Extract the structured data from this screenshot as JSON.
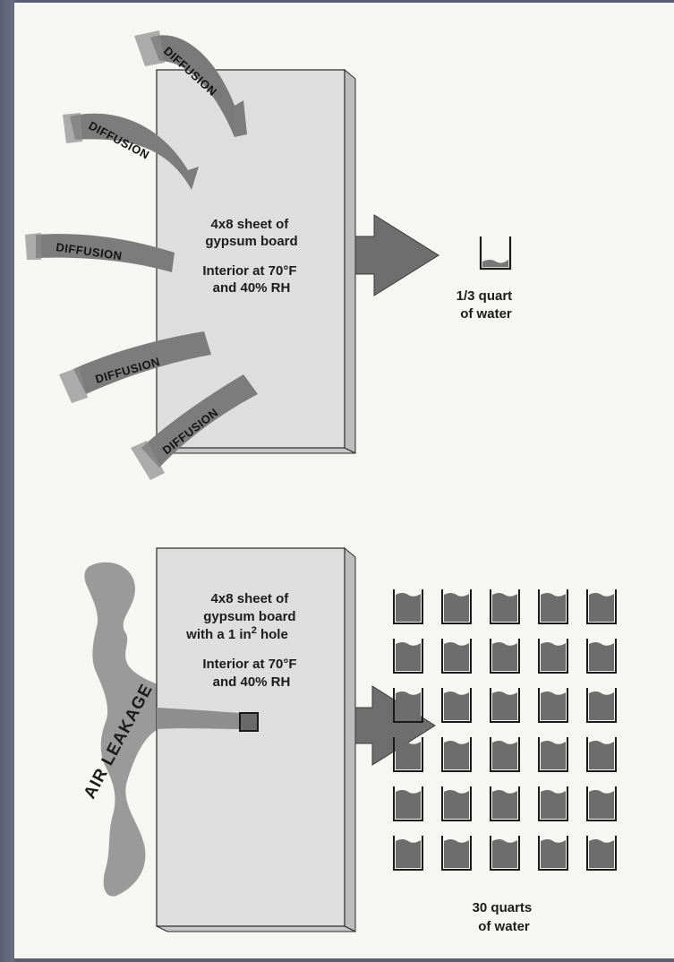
{
  "colors": {
    "page_frame": "#5b5f72",
    "paper": "#f6f6f4",
    "board_face": "#dedede",
    "board_edge": "#bdbdbd",
    "arrow": "#6e6e6e",
    "diffusion_band": "#7c7c7c",
    "air_leakage": "#9a9a9a",
    "water_container": "#6d6d6d"
  },
  "top_panel": {
    "board_text": [
      "4x8 sheet of",
      "gypsum board"
    ],
    "condition_text": [
      "Interior at 70°F",
      "and 40% RH"
    ],
    "diffusion_labels": [
      "DIFFUSION",
      "DIFFUSION",
      "DIFFUSION",
      "DIFFUSION",
      "DIFFUSION"
    ],
    "result": [
      "1/3 quart",
      "of water"
    ]
  },
  "bottom_panel": {
    "board_text": [
      "4x8 sheet of",
      "gypsum board",
      "with a 1 in"
    ],
    "hole_superscript": "2",
    "hole_suffix": " hole",
    "condition_text": [
      "Interior at 70°F",
      "and 40% RH"
    ],
    "air_leakage_label": "AIR LEAKAGE",
    "container_grid": {
      "rows": 6,
      "columns": 5
    },
    "result": [
      "30 quarts",
      "of water"
    ]
  }
}
